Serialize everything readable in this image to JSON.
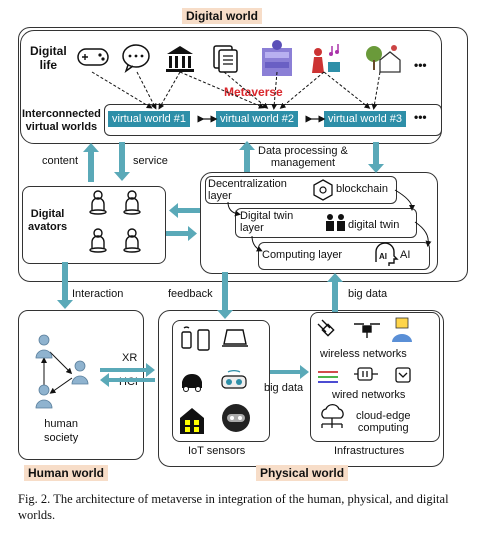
{
  "zones": {
    "digital_world": "Digital world",
    "human_world": "Human world",
    "physical_world": "Physical world"
  },
  "digital": {
    "digital_life": "Digital\nlife",
    "metaverse": "Metaverse",
    "interconnected": "Interconnected\nvirtual worlds",
    "virtual_worlds": [
      "virtual world #1",
      "virtual world #2",
      "virtual world #3"
    ],
    "ellipsis": "•••",
    "content": "content",
    "service": "service",
    "processing": "Data processing &\nmanagement",
    "avatars": "Digital\navators",
    "decentralization": "Decentralization\nlayer",
    "blockchain": "blockchain",
    "digital_twin_layer": "Digital twin\nlayer",
    "digital_twin": "digital twin",
    "computing_layer": "Computing layer",
    "ai": "AI",
    "ai_badge": "AI"
  },
  "links": {
    "interaction": "Interaction",
    "feedback": "feedback",
    "big_data_top": "big data",
    "xr": "XR",
    "hci": "HCI",
    "big_data_mid": "big data"
  },
  "human": {
    "society": "human\nsociety"
  },
  "physical": {
    "iot": "IoT sensors",
    "wireless": "wireless networks",
    "wired": "wired networks",
    "cloud": "cloud-edge\ncomputing",
    "infra": "Infrastructures"
  },
  "caption": "Fig. 2.   The architecture of metaverse in integration of the human, physical, and digital worlds.",
  "colors": {
    "teal": "#2e8fa8",
    "arrow": "#5aa9b8",
    "metaverse": "#d9262c",
    "zone_label_bg": "#f7ddc8"
  }
}
